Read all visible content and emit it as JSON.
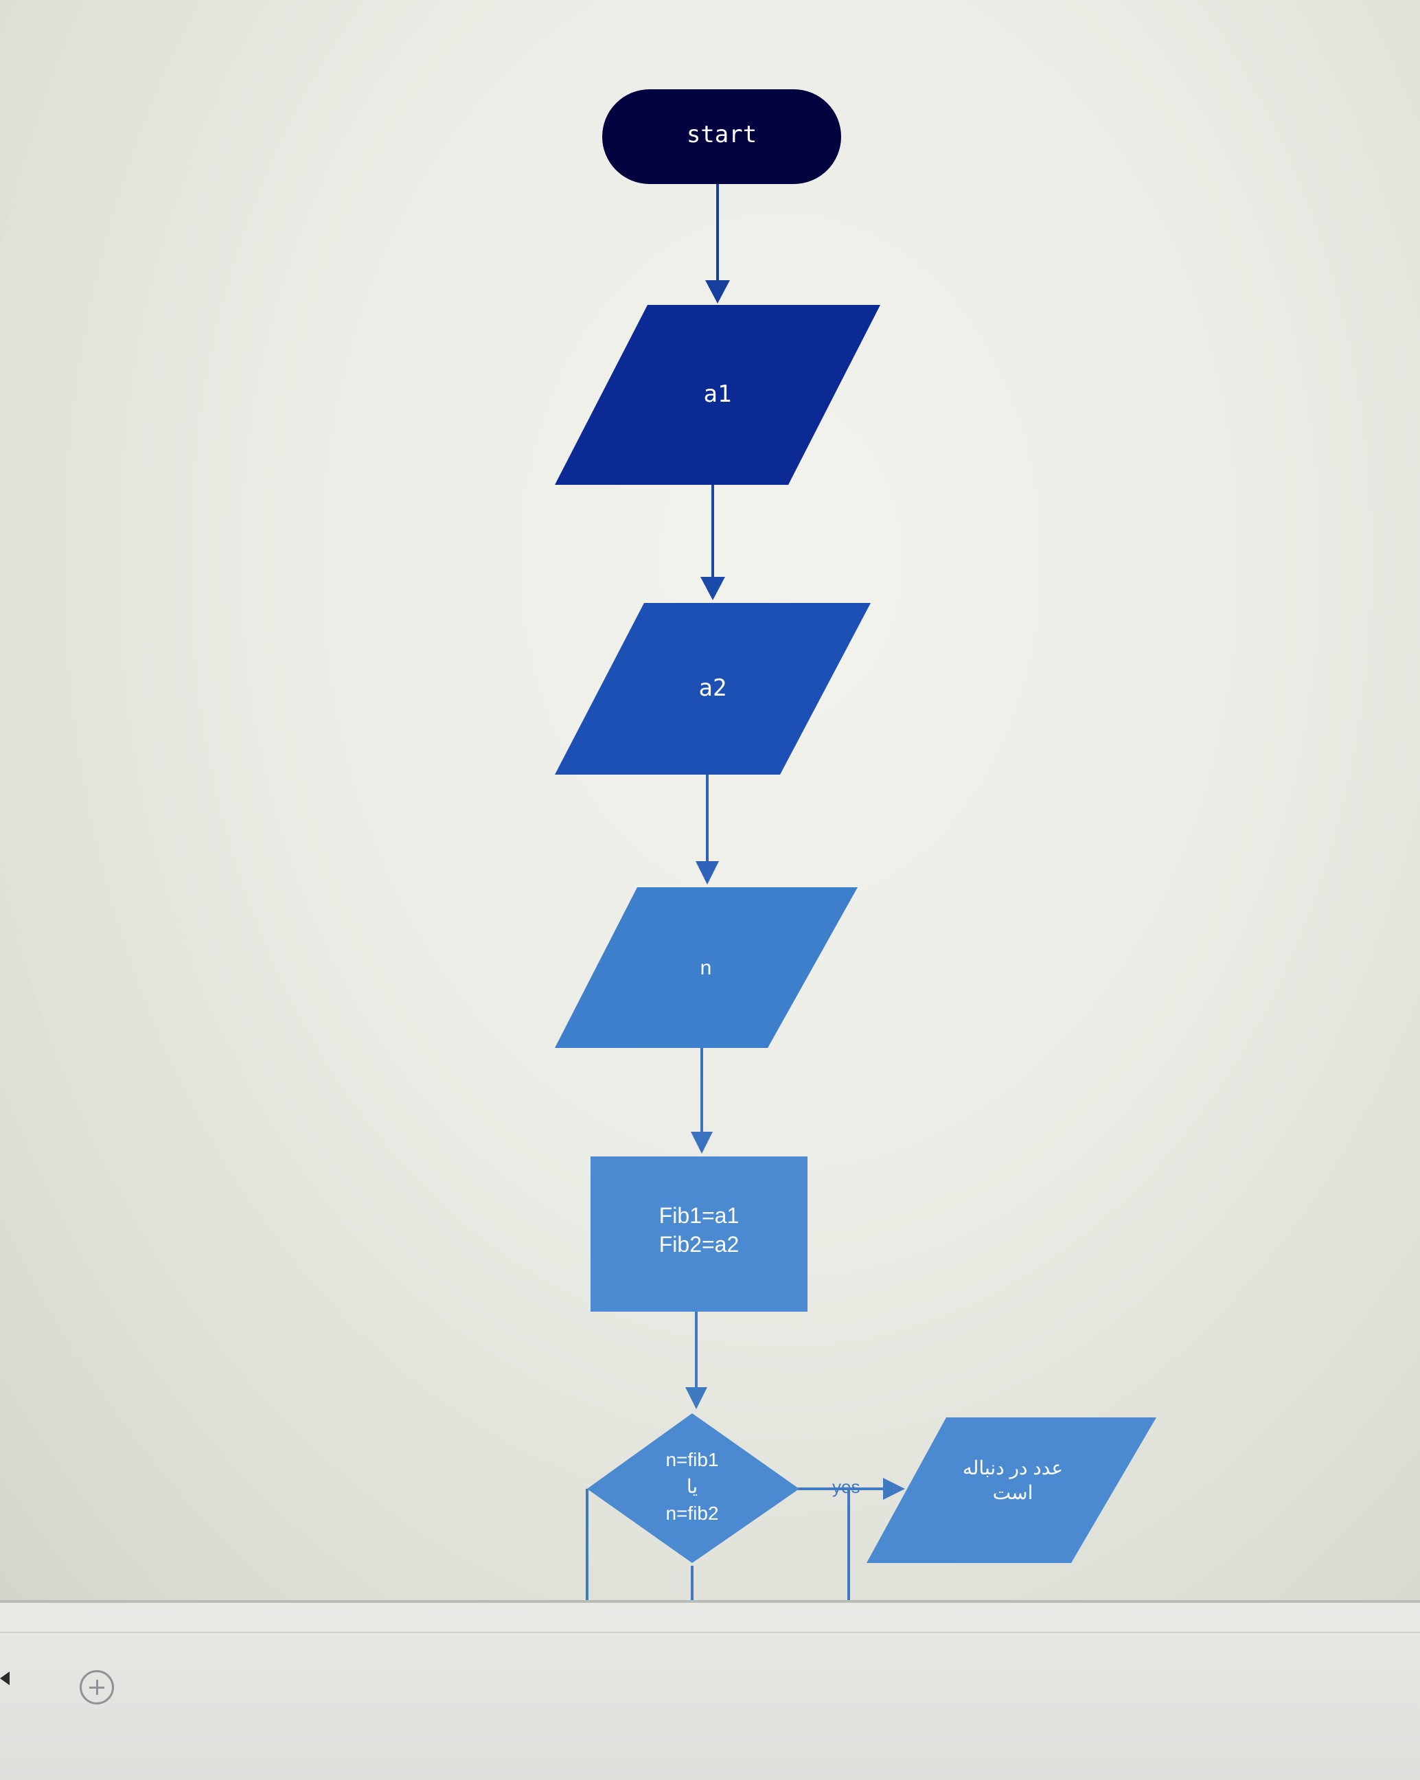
{
  "diagram": {
    "nodes": {
      "start": {
        "label": "start",
        "shape": "terminator",
        "color": "#03033f"
      },
      "input_a1": {
        "label": "a1",
        "shape": "parallelogram",
        "color": "#0c2a93"
      },
      "input_a2": {
        "label": "a2",
        "shape": "parallelogram",
        "color": "#1d50b4"
      },
      "input_n": {
        "label": "n",
        "shape": "parallelogram",
        "color": "#3d7fca"
      },
      "process_fib": {
        "label": "Fib1=a1\nFib2=a2",
        "shape": "rectangle",
        "color": "#4b8ad0"
      },
      "decision": {
        "label": "n=fib1\nیا\nn=fib2",
        "shape": "diamond",
        "color": "#4b8ad0"
      },
      "output_yes": {
        "label": "عدد در دنباله\nاست",
        "shape": "parallelogram",
        "color": "#4b8ad0"
      }
    },
    "edges": {
      "yes_label": "yes"
    },
    "colors": {
      "arrow_dark": "#163f9c",
      "arrow_light": "#3f79c2"
    }
  },
  "footer": {
    "add_sheet_icon": "plus-circle-icon",
    "scroll_icon": "left-arrow-icon"
  }
}
